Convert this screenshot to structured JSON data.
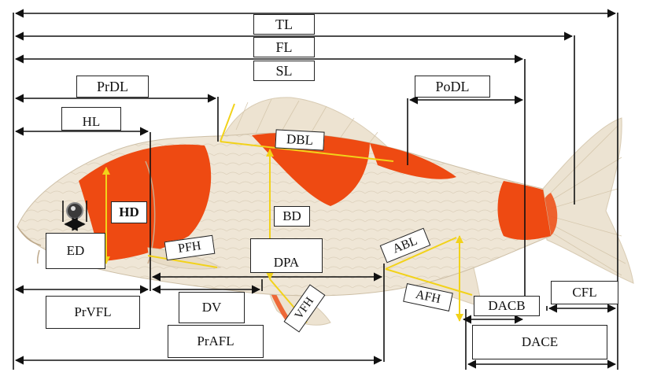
{
  "labels": {
    "TL": "TL",
    "FL": "FL",
    "SL": "SL",
    "PrDL": "PrDL",
    "PoDL": "PoDL",
    "HL": "HL",
    "DBL": "DBL",
    "HD": "HD",
    "BD": "BD",
    "ED": "ED",
    "PFH": "PFH",
    "DPA": "DPA",
    "ABL": "ABL",
    "AFH": "AFH",
    "VFH": "VFH",
    "DACB": "DACB",
    "CFL": "CFL",
    "PrVFL": "PrVFL",
    "DV": "DV",
    "PrAFL": "PrAFL",
    "DACE": "DACE"
  },
  "colors": {
    "measure_line": "#111111",
    "fin_measure_line": "#f2d21a",
    "koi_body": "#efe6d6",
    "koi_red": "#ee4a12"
  }
}
